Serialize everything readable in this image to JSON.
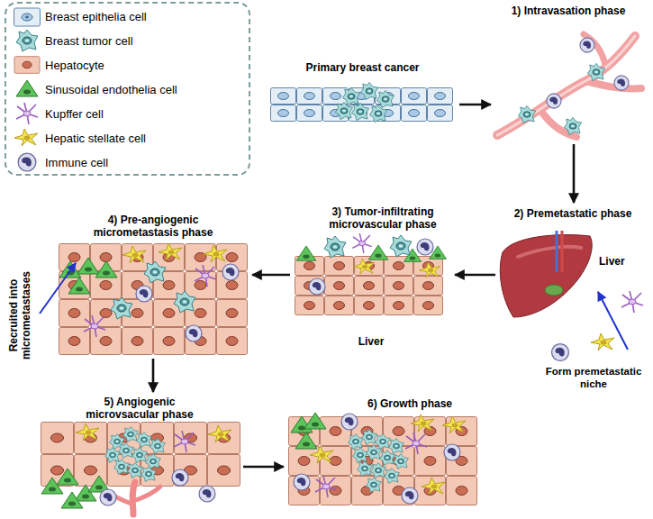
{
  "diagram": {
    "nodes": [
      {
        "text": [
          "Primary breast cancer"
        ]
      },
      {
        "text": [
          "1) Intravasation phase"
        ]
      },
      {
        "text": [
          "2) Premetastatic phase",
          "Liver"
        ]
      },
      {
        "text": [
          "3) Tumor-infiltrating microvascular phase",
          "Liver"
        ]
      },
      {
        "text": [
          "4) Pre-angiogenic micrometastasis phase"
        ]
      },
      {
        "text": [
          "5) Angiogenic microvsacular phase"
        ]
      },
      {
        "text": [
          "6) Growth phase"
        ]
      }
    ],
    "edges": [
      {
        "from": 0,
        "to": 1,
        "arrow": "to"
      },
      {
        "from": 1,
        "to": 2,
        "arrow": "to"
      },
      {
        "from": 2,
        "to": 3,
        "arrow": "to"
      },
      {
        "from": 3,
        "to": 4,
        "arrow": "to"
      },
      {
        "from": 4,
        "to": 5,
        "arrow": "to"
      },
      {
        "from": 5,
        "to": 6,
        "arrow": "to"
      }
    ],
    "labels": [
      "Form premetastatic niche",
      "Recruited into micrometastases"
    ],
    "legend": [
      {
        "text": "Breast epithelia cell"
      },
      {
        "text": "Breast tumor cell"
      },
      {
        "text": "Hepatocyte"
      },
      {
        "text": "Sinusoidal endothelia cell"
      },
      {
        "text": "Kupffer cell"
      },
      {
        "text": "Hepatic stellate cell"
      },
      {
        "text": "Immune cell"
      }
    ]
  }
}
